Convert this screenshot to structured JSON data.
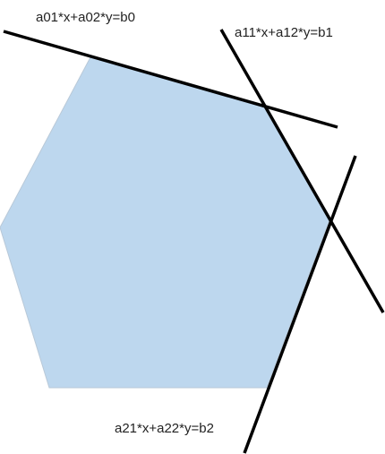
{
  "polygon": {
    "fill_color": "#bdd7ee",
    "stroke_color": "#b9c9d8"
  },
  "lines": [
    {
      "label": "a01*x+a02*y=b0",
      "color": "#000000"
    },
    {
      "label": "a11*x+a12*y=b1",
      "color": "#000000"
    },
    {
      "label": "a21*x+a22*y=b2",
      "color": "#000000"
    }
  ]
}
